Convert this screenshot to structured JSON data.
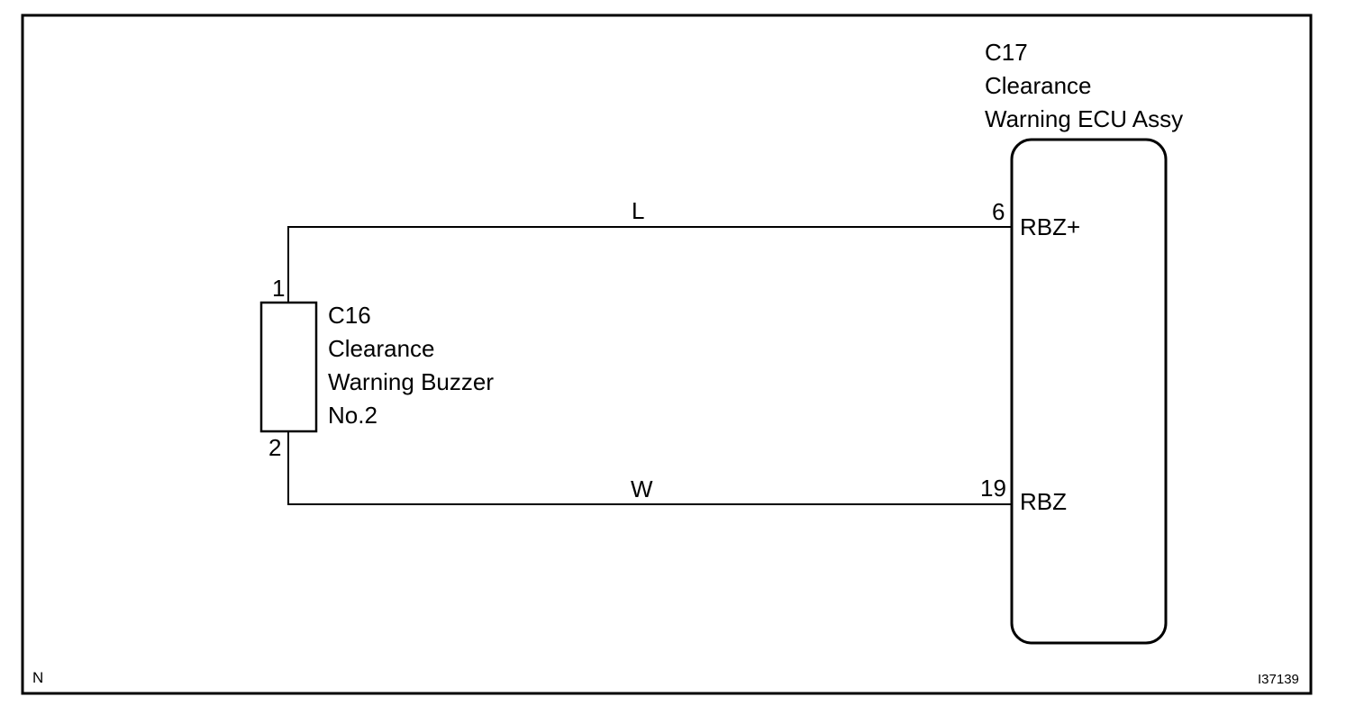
{
  "ecu": {
    "code": "C17",
    "line1": "Clearance",
    "line2": "Warning ECU Assy"
  },
  "buzzer": {
    "code": "C16",
    "line1": "Clearance",
    "line2": "Warning Buzzer",
    "line3": "No.2"
  },
  "wires": {
    "upper": {
      "color": "L",
      "buzzer_pin": "1",
      "ecu_pin": "6",
      "ecu_terminal": "RBZ+"
    },
    "lower": {
      "color": "W",
      "buzzer_pin": "2",
      "ecu_pin": "19",
      "ecu_terminal": "RBZ"
    }
  },
  "footer": {
    "left_mark": "N",
    "figure_id": "I37139"
  },
  "colors": {
    "line": "#000000",
    "background": "#ffffff"
  }
}
